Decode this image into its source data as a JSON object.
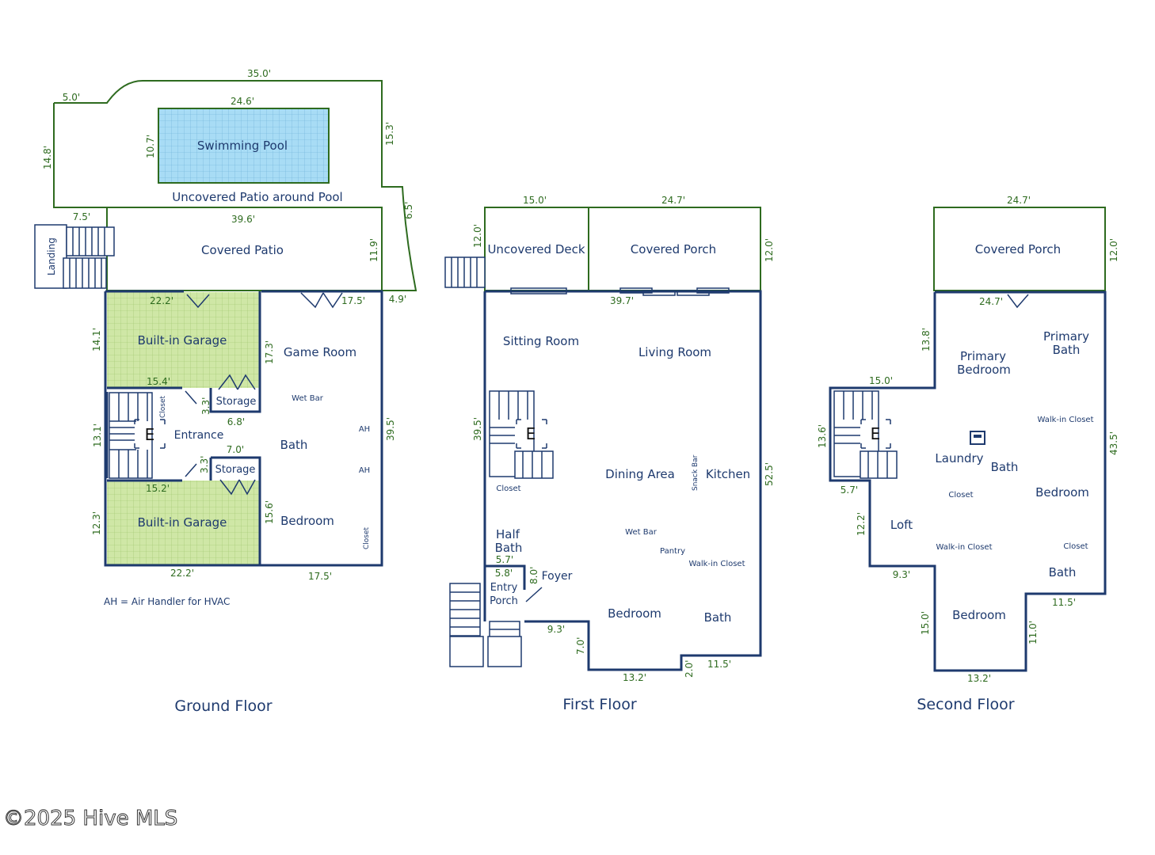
{
  "floors": {
    "ground": {
      "title": "Ground Floor",
      "rooms": {
        "swimming_pool": "Swimming Pool",
        "uncovered_patio": "Uncovered Patio around Pool",
        "covered_patio": "Covered Patio",
        "landing": "Landing",
        "garage_top": "Built-in Garage",
        "garage_bottom": "Built-in Garage",
        "game_room": "Game Room",
        "wet_bar": "Wet Bar",
        "closet_stair": "Closet",
        "storage_top": "Storage",
        "storage_bottom": "Storage",
        "entrance": "Entrance",
        "bath": "Bath",
        "bedroom": "Bedroom",
        "closet": "Closet",
        "ah1": "AH",
        "ah2": "AH",
        "elevator": "E"
      },
      "dims": {
        "d35": "35.0'",
        "d50": "5.0'",
        "d246": "24.6'",
        "d148": "14.8'",
        "d107": "10.7'",
        "d153": "15.3'",
        "d65": "6.5'",
        "d75": "7.5'",
        "d396": "39.6'",
        "d119": "11.9'",
        "d222a": "22.2'",
        "d175a": "17.5'",
        "d49": "4.9'",
        "d141": "14.1'",
        "d173": "17.3'",
        "d154": "15.4'",
        "d33a": "3.3'",
        "d68": "6.8'",
        "d131": "13.1'",
        "d70": "7.0'",
        "d33b": "3.3'",
        "d152": "15.2'",
        "d395": "39.5'",
        "d156": "15.6'",
        "d123": "12.3'",
        "d222b": "22.2'",
        "d175b": "17.5'"
      },
      "note": "AH = Air Handler for HVAC"
    },
    "first": {
      "title": "First Floor",
      "rooms": {
        "uncovered_deck": "Uncovered Deck",
        "covered_porch": "Covered Porch",
        "sitting_room": "Sitting Room",
        "living_room": "Living Room",
        "closet": "Closet",
        "dining_area": "Dining Area",
        "snack_bar": "Snack Bar",
        "kitchen": "Kitchen",
        "half_bath_1": "Half",
        "half_bath_2": "Bath",
        "wet_bar": "Wet Bar",
        "pantry": "Pantry",
        "walkin_closet": "Walk-in Closet",
        "entry_porch_1": "Entry",
        "entry_porch_2": "Porch",
        "foyer": "Foyer",
        "bedroom": "Bedroom",
        "bath": "Bath",
        "elevator": "E"
      },
      "dims": {
        "d150": "15.0'",
        "d247": "24.7'",
        "d120a": "12.0'",
        "d120b": "12.0'",
        "d397": "39.7'",
        "d395": "39.5'",
        "d525": "52.5'",
        "d57": "5.7'",
        "d58": "5.8'",
        "d80": "8.0'",
        "d93": "9.3'",
        "d70": "7.0'",
        "d132": "13.2'",
        "d20": "2.0'",
        "d115": "11.5'"
      }
    },
    "second": {
      "title": "Second Floor",
      "rooms": {
        "covered_porch": "Covered Porch",
        "primary_bedroom_1": "Primary",
        "primary_bedroom_2": "Bedroom",
        "primary_bath_1": "Primary",
        "primary_bath_2": "Bath",
        "walkin_closet_top": "Walk-in Closet",
        "laundry": "Laundry",
        "bath": "Bath",
        "closet_left": "Closet",
        "bedroom_right": "Bedroom",
        "loft": "Loft",
        "walkin_closet_bottom": "Walk-in Closet",
        "closet_right": "Closet",
        "bath_bottom": "Bath",
        "bedroom_bottom": "Bedroom",
        "elevator": "E"
      },
      "dims": {
        "d247a": "24.7'",
        "d120": "12.0'",
        "d247b": "24.7'",
        "d138": "13.8'",
        "d150a": "15.0'",
        "d136": "13.6'",
        "d435": "43.5'",
        "d57": "5.7'",
        "d122": "12.2'",
        "d93": "9.3'",
        "d115": "11.5'",
        "d150b": "15.0'",
        "d110": "11.0'",
        "d132": "13.2'"
      }
    }
  },
  "watermark": "©2025 Hive MLS",
  "colors": {
    "wall": "#1e3a6e",
    "outdoor_wall": "#2e6b1f",
    "pool": "#a8dcf5",
    "garage": "#cfe7a6"
  }
}
